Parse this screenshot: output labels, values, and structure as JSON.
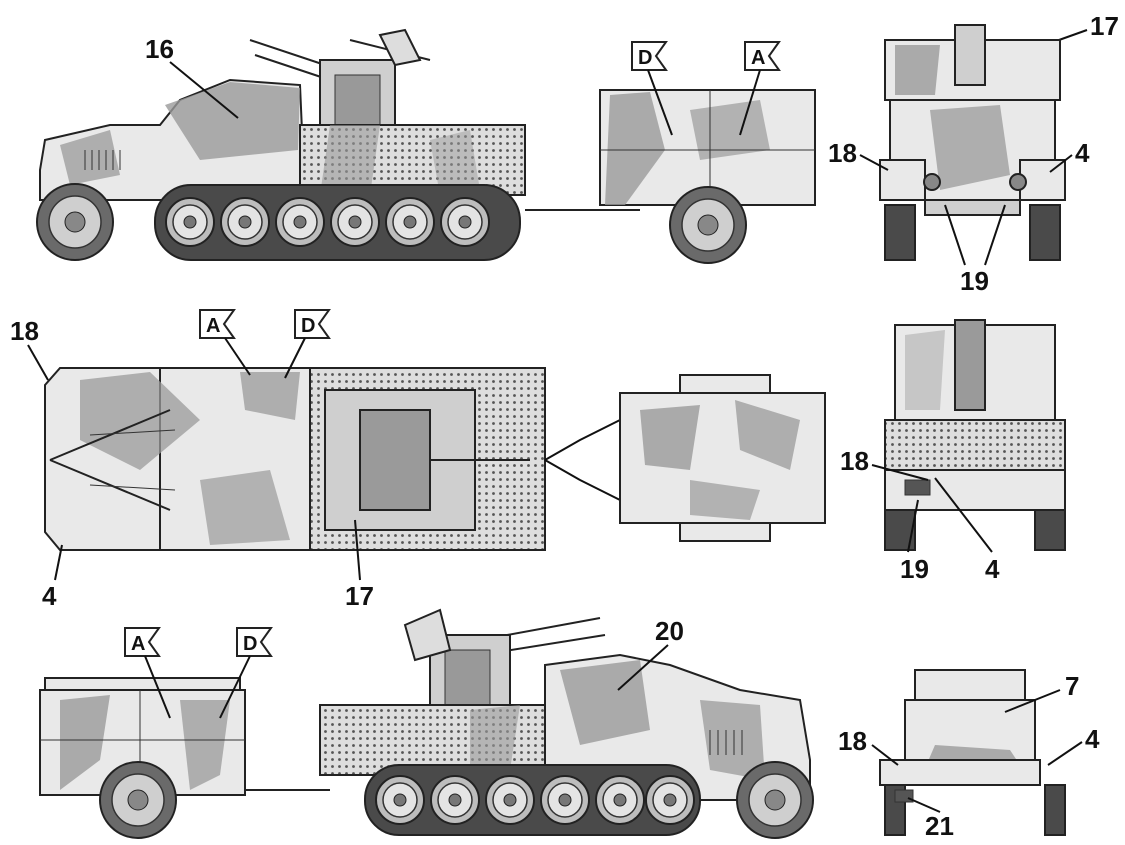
{
  "colors": {
    "base": "#e9e9e9",
    "camo": "#9a9a9a",
    "outline": "#222222",
    "track": "#4a4a4a",
    "mesh": "#d8d8d8"
  },
  "callouts": {
    "side_top_16": "16",
    "side_top_17": "17",
    "front_18": "18",
    "front_4": "4",
    "front_19": "19",
    "plan_18": "18",
    "plan_4": "4",
    "plan_17": "17",
    "rear_18": "18",
    "rear_19": "19",
    "rear_4": "4",
    "side_bottom_20": "20",
    "trailer_rear_7": "7",
    "trailer_rear_18": "18",
    "trailer_rear_4": "4",
    "trailer_rear_21": "21"
  },
  "flags": {
    "top_trailer_D": "D",
    "top_trailer_A": "A",
    "plan_A": "A",
    "plan_D": "D",
    "bottom_trailer_A": "A",
    "bottom_trailer_D": "D"
  }
}
